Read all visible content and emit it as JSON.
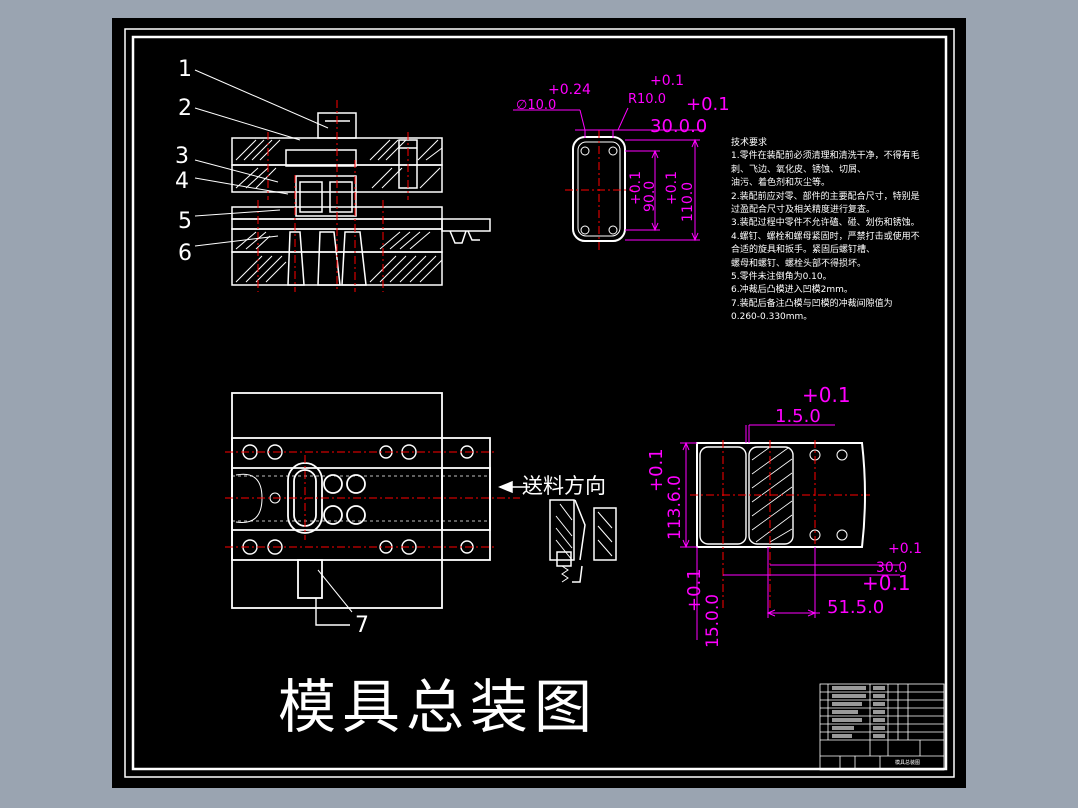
{
  "drawing": {
    "title": "模具总装图",
    "feed_direction_label": "送料方向",
    "part_numbers": [
      "1",
      "2",
      "3",
      "4",
      "5",
      "6",
      "7"
    ]
  },
  "dimensions": {
    "hole_diameter": "∅10.0",
    "hole_tolerance": "+0.24",
    "radius": "R10.0",
    "radius_tolerance": "+0.1",
    "width_tolerance": "+0.1",
    "width_30": "30.0.0",
    "height_90": "90.0",
    "height_90_tolerance": "+0.1",
    "height_110": "110.0",
    "height_110_tolerance": "+0.1",
    "strip_tolerance": "+0.1",
    "strip_1_5": "1.5.0",
    "strip_113": "113.6.0",
    "strip_113_tolerance": "+0.1",
    "strip_30": "30.0",
    "strip_30_tolerance": "+0.1",
    "strip_51_5": "51.5.0",
    "strip_51_5_tolerance": "+0.1",
    "strip_15": "15.0.0",
    "strip_15_tolerance": "+0.1"
  },
  "technical_requirements": {
    "heading": "技术要求",
    "lines": [
      "1.零件在装配前必须清理和清洗干净，不得有毛",
      "刺、飞边、氧化皮、锈蚀、切屑、",
      "油污、着色剂和灰尘等。",
      "2.装配前应对零、部件的主要配合尺寸，特别是",
      "过盈配合尺寸及相关精度进行复查。",
      "3.装配过程中零件不允许磕、碰、划伤和锈蚀。",
      "4.螺钉、螺栓和螺母紧固时，严禁打击或使用不",
      "合适的旋具和扳手。紧固后螺钉槽、",
      "螺母和螺钉、螺栓头部不得损坏。",
      "5.零件未注倒角为0.10。",
      "6.冲裁后凸模进入凹模2mm。",
      "7.装配后备注凸模与凹模的冲裁间隙值为",
      "0.260-0.330mm。"
    ]
  },
  "title_block": {
    "drawing_name": "模具总装图"
  },
  "colors": {
    "paper": "#000000",
    "outline": "#ffffff",
    "dimension": "#ff00ff",
    "centerline": "#ff0000",
    "background": "#9aa4b1"
  }
}
